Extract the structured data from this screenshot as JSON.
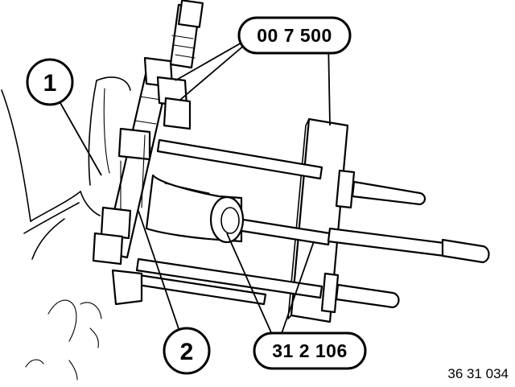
{
  "callouts": {
    "item_1": "1",
    "item_2": "2",
    "tool_a": "00 7 500",
    "tool_b": "31 2 106"
  },
  "figure_ref": "36 31 034"
}
